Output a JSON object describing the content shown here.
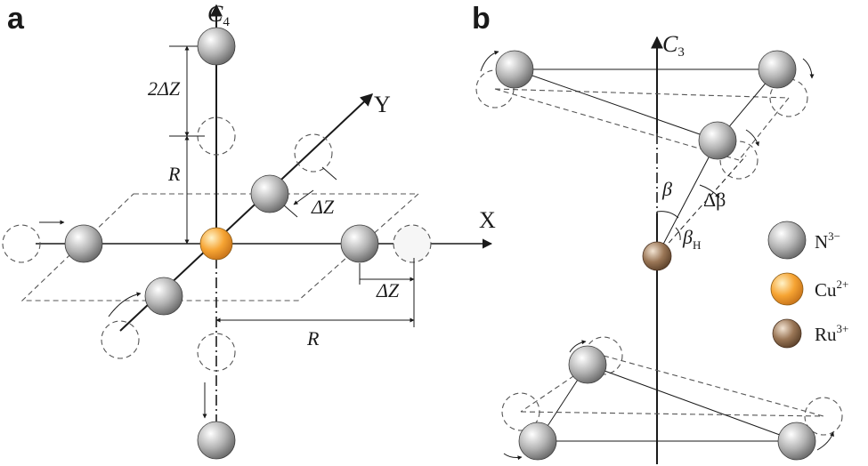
{
  "panel_a": {
    "label": "a",
    "axis_c4": {
      "main": "C",
      "sub": "4"
    },
    "axis_x": "X",
    "axis_y": "Y",
    "dim_two_delta_z": "2ΔZ",
    "dim_r_vertical": "R",
    "dim_delta_z_diag": "ΔZ",
    "dim_delta_z_horiz": "ΔZ",
    "dim_r_horizontal": "R"
  },
  "panel_b": {
    "label": "b",
    "axis_c3": {
      "main": "C",
      "sub": "3"
    },
    "angle_beta": "β",
    "angle_delta_beta": "Δβ",
    "angle_beta_h": {
      "main": "β",
      "sub": "H"
    }
  },
  "legend": [
    {
      "ion": "N",
      "charge": "3−",
      "color": "#a9a9a9"
    },
    {
      "ion": "Cu",
      "charge": "2+",
      "color": "#f5a030"
    },
    {
      "ion": "Ru",
      "charge": "3+",
      "color": "#8c6a4a"
    }
  ]
}
